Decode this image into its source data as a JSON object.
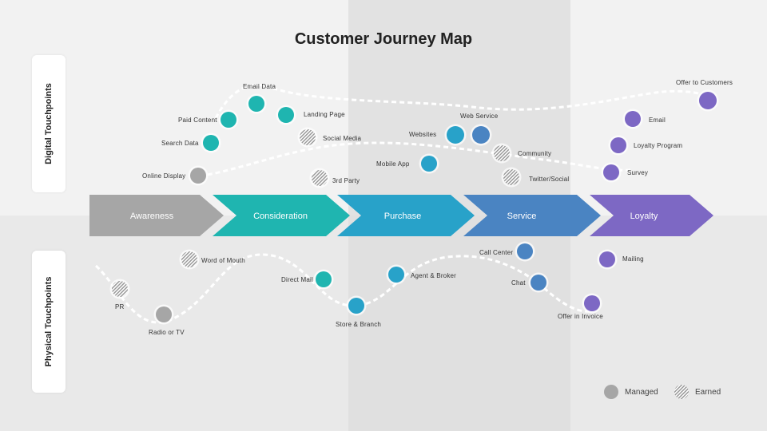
{
  "title": "Customer Journey Map",
  "side_labels": {
    "digital": "Digital Touchpoints",
    "physical": "Physical Touchpoints"
  },
  "stages": [
    {
      "name": "awareness",
      "label": "Awareness",
      "color": "#a6a6a6"
    },
    {
      "name": "consideration",
      "label": "Consideration",
      "color": "#1fb5b0"
    },
    {
      "name": "purchase",
      "label": "Purchase",
      "color": "#28a2c9"
    },
    {
      "name": "service",
      "label": "Service",
      "color": "#4a84c2"
    },
    {
      "name": "loyalty",
      "label": "Loyalty",
      "color": "#7d68c4"
    }
  ],
  "digital_touchpoints": [
    {
      "name": "email-data",
      "label": "Email Data",
      "color": "#1fb5b0",
      "type": "managed"
    },
    {
      "name": "offer-to-customers",
      "label": "Offer to Customers",
      "color": "#7d68c4",
      "type": "managed"
    },
    {
      "name": "paid-content",
      "label": "Paid Content",
      "color": "#1fb5b0",
      "type": "managed"
    },
    {
      "name": "landing-page",
      "label": "Landing Page",
      "color": "#1fb5b0",
      "type": "managed"
    },
    {
      "name": "web-service",
      "label": "Web Service",
      "color": "#4a84c2",
      "type": "managed"
    },
    {
      "name": "email",
      "label": "Email",
      "color": "#7d68c4",
      "type": "managed"
    },
    {
      "name": "search-data",
      "label": "Search Data",
      "color": "#1fb5b0",
      "type": "managed"
    },
    {
      "name": "social-media",
      "label": "Social Media",
      "color": "#a6a6a6",
      "type": "earned"
    },
    {
      "name": "websites",
      "label": "Websites",
      "color": "#28a2c9",
      "type": "managed"
    },
    {
      "name": "loyalty-program",
      "label": "Loyalty Program",
      "color": "#7d68c4",
      "type": "managed"
    },
    {
      "name": "community",
      "label": "Community",
      "color": "#a6a6a6",
      "type": "earned"
    },
    {
      "name": "mobile-app",
      "label": "Mobile App",
      "color": "#28a2c9",
      "type": "managed"
    },
    {
      "name": "online-display",
      "label": "Online Display",
      "color": "#a6a6a6",
      "type": "managed"
    },
    {
      "name": "third-party",
      "label": "3rd Party",
      "color": "#a6a6a6",
      "type": "earned"
    },
    {
      "name": "twitter-social",
      "label": "Twitter/Social",
      "color": "#a6a6a6",
      "type": "earned"
    },
    {
      "name": "survey",
      "label": "Survey",
      "color": "#7d68c4",
      "type": "managed"
    }
  ],
  "physical_touchpoints": [
    {
      "name": "call-center",
      "label": "Call Center",
      "color": "#4a84c2",
      "type": "managed"
    },
    {
      "name": "word-of-mouth",
      "label": "Word of Mouth",
      "color": "#a6a6a6",
      "type": "earned"
    },
    {
      "name": "mailing",
      "label": "Mailing",
      "color": "#7d68c4",
      "type": "managed"
    },
    {
      "name": "direct-mail",
      "label": "Direct Mail",
      "color": "#1fb5b0",
      "type": "managed"
    },
    {
      "name": "agent-broker",
      "label": "Agent & Broker",
      "color": "#28a2c9",
      "type": "managed"
    },
    {
      "name": "chat",
      "label": "Chat",
      "color": "#4a84c2",
      "type": "managed"
    },
    {
      "name": "pr",
      "label": "PR",
      "color": "#a6a6a6",
      "type": "earned"
    },
    {
      "name": "store-branch",
      "label": "Store & Branch",
      "color": "#28a2c9",
      "type": "managed"
    },
    {
      "name": "offer-in-invoice",
      "label": "Offer in Invoice",
      "color": "#7d68c4",
      "type": "managed"
    },
    {
      "name": "radio-tv",
      "label": "Radio or TV",
      "color": "#a6a6a6",
      "type": "managed"
    }
  ],
  "legend": {
    "managed": "Managed",
    "earned": "Earned",
    "managed_color": "#a6a6a6",
    "earned_color": "#a6a6a6"
  }
}
